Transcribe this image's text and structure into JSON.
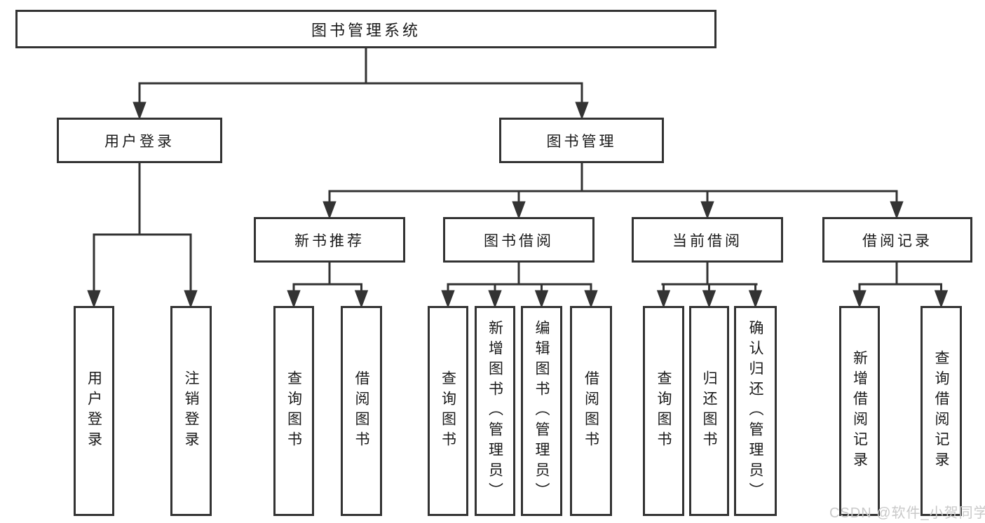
{
  "tree": {
    "root": {
      "label": "图书管理系统",
      "children": [
        {
          "label": "用户登录",
          "children": [
            {
              "label": "用户登录"
            },
            {
              "label": "注销登录"
            }
          ]
        },
        {
          "label": "图书管理",
          "children": [
            {
              "label": "新书推荐",
              "children": [
                {
                  "label": "查询图书"
                },
                {
                  "label": "借阅图书"
                }
              ]
            },
            {
              "label": "图书借阅",
              "children": [
                {
                  "label": "查询图书"
                },
                {
                  "label": "新增图书（管理员）"
                },
                {
                  "label": "编辑图书（管理员）"
                },
                {
                  "label": "借阅图书"
                }
              ]
            },
            {
              "label": "当前借阅",
              "children": [
                {
                  "label": "查询图书"
                },
                {
                  "label": "归还图书"
                },
                {
                  "label": "确认归还（管理员）"
                }
              ]
            },
            {
              "label": "借阅记录",
              "children": [
                {
                  "label": "新增借阅记录"
                },
                {
                  "label": "查询借阅记录"
                }
              ]
            }
          ]
        }
      ]
    }
  },
  "watermark": {
    "text": "CSDN @软件_小贺同学"
  },
  "colors": {
    "line": "#333333",
    "box_border": "#333333",
    "text": "#1a1a1a",
    "background": "#ffffff",
    "watermark": "#c9c9c9"
  }
}
